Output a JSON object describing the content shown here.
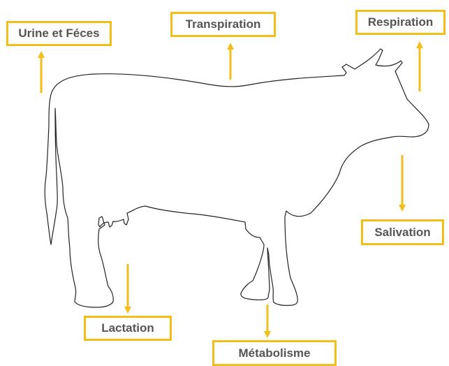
{
  "colors": {
    "accent": "#F2BE1A",
    "label_text": "#555555",
    "outline": "#222222",
    "background": "#ffffff"
  },
  "labels": {
    "urine": "Urine et Féces",
    "transpiration": "Transpiration",
    "respiration": "Respiration",
    "salivation": "Salivation",
    "lactation": "Lactation",
    "metabolisme": "Métabolisme"
  }
}
